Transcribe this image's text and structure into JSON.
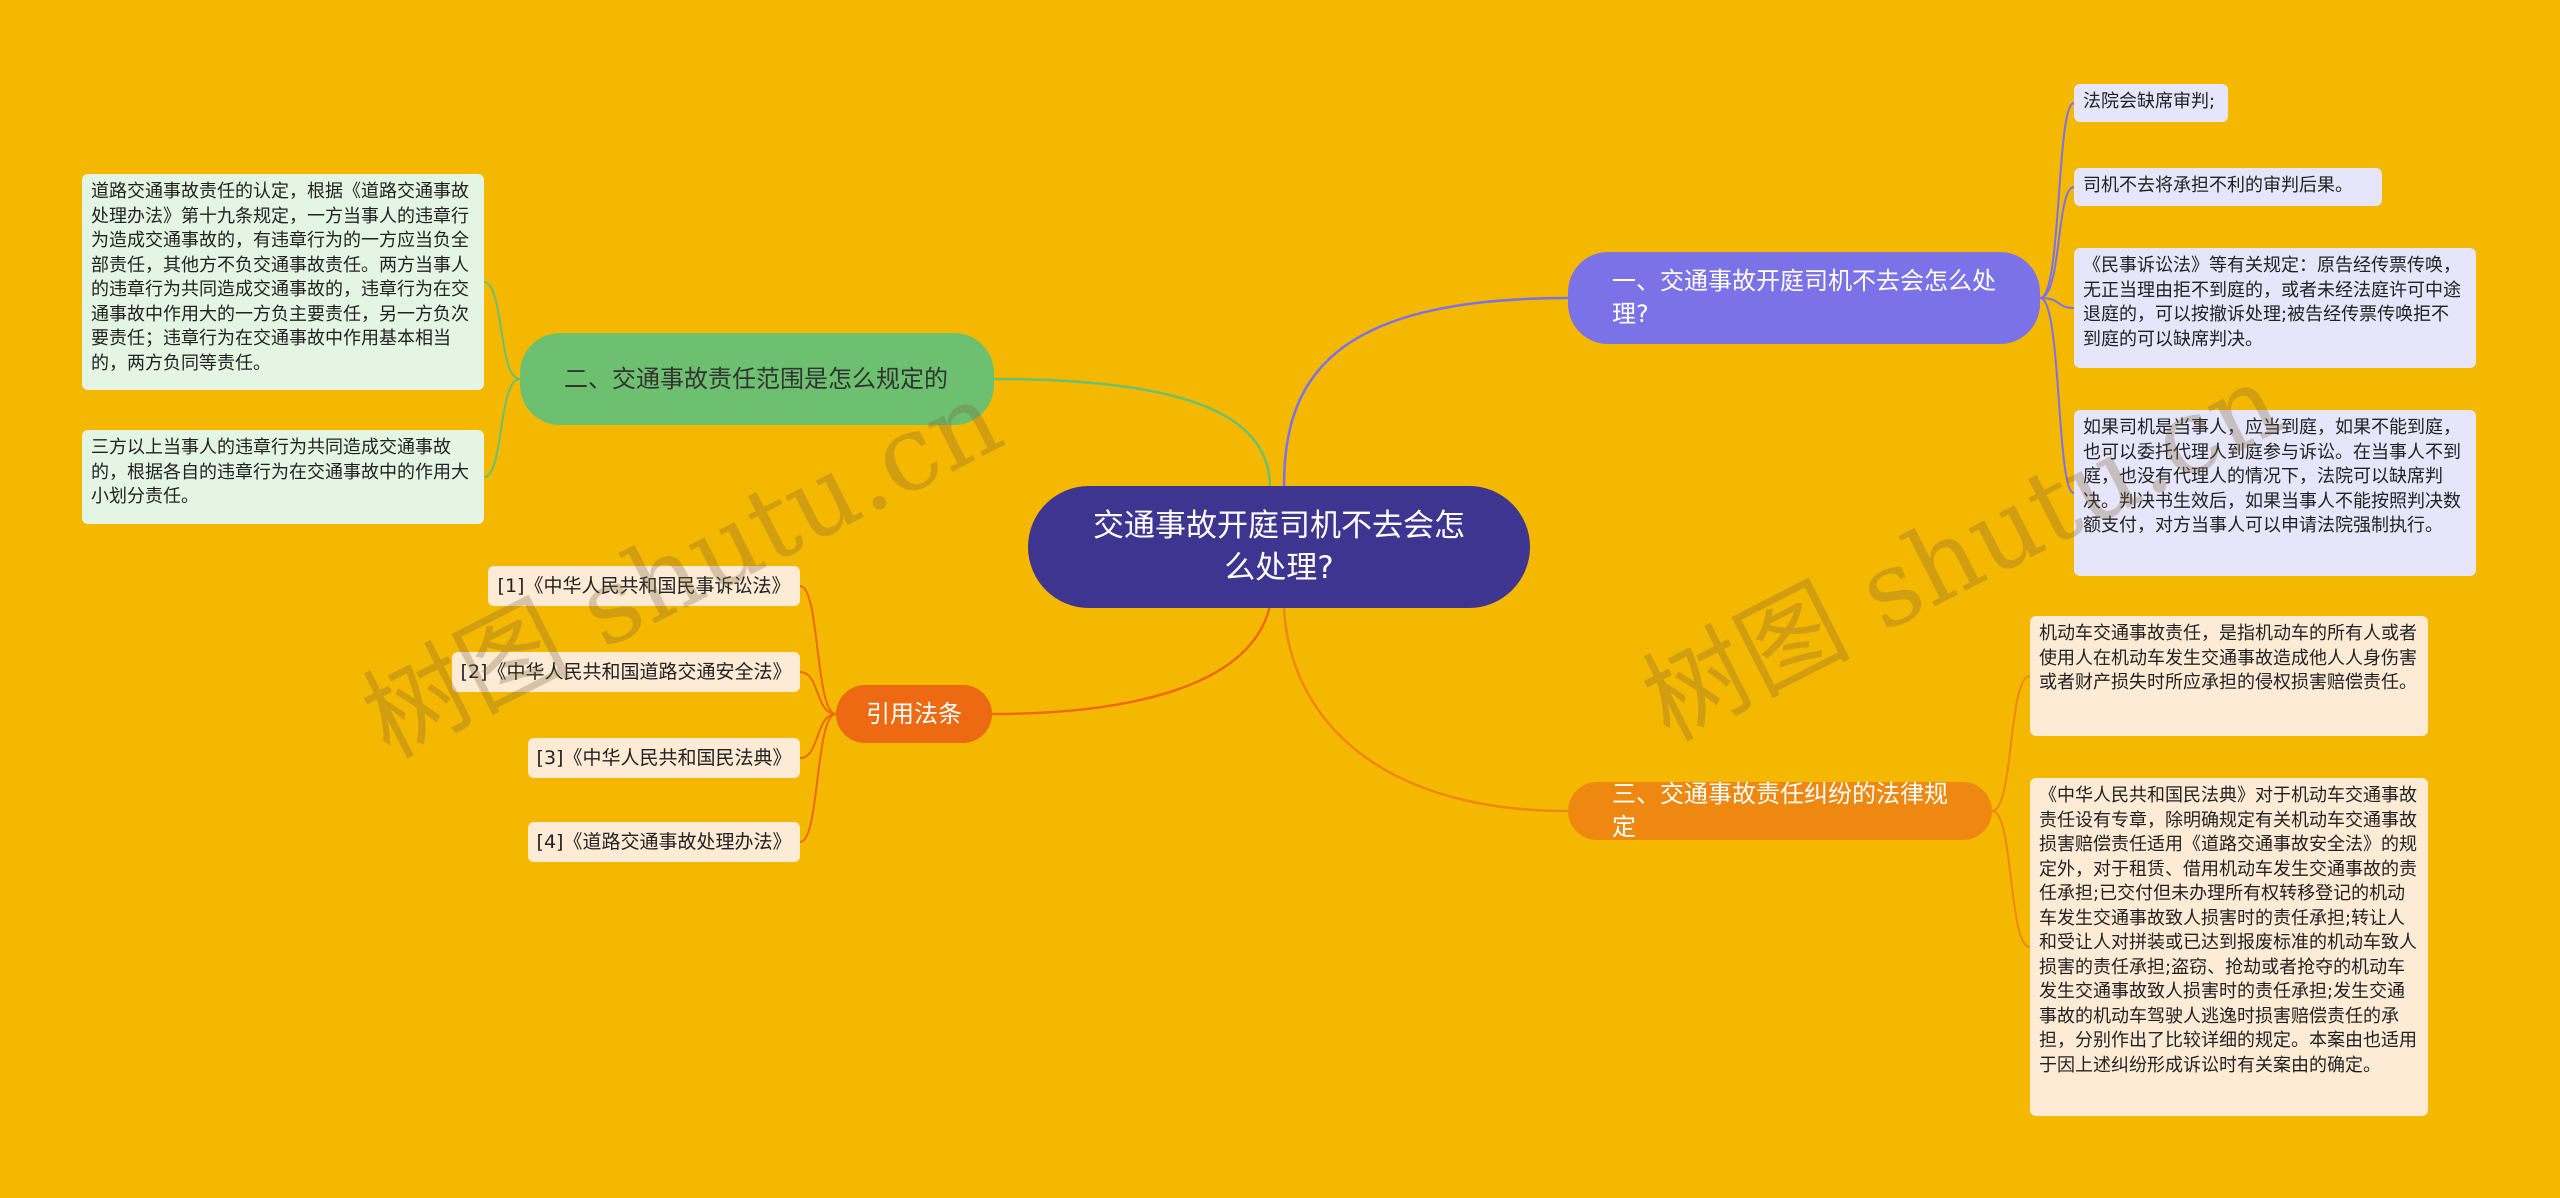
{
  "root": {
    "title": "交通事故开庭司机不去会怎么处理?"
  },
  "branches": {
    "b1": {
      "label": "一、交通事故开庭司机不去会怎么处理?",
      "color": "#7B72E8"
    },
    "b2": {
      "label": "二、交通事故责任范围是怎么规定的",
      "color": "#6CC070"
    },
    "b3": {
      "label": "三、交通事故责任纠纷的法律规定",
      "color": "#EF8810"
    },
    "b4": {
      "label": "引用法条",
      "color": "#EE6A12"
    }
  },
  "leaves": {
    "b1": [
      "法院会缺席审判;",
      "司机不去将承担不利的审判后果。",
      "《民事诉讼法》等有关规定：原告经传票传唤，无正当理由拒不到庭的，或者未经法庭许可中途退庭的，可以按撤诉处理;被告经传票传唤拒不到庭的可以缺席判决。",
      "如果司机是当事人，应当到庭，如果不能到庭，也可以委托代理人到庭参与诉讼。在当事人不到庭，也没有代理人的情况下，法院可以缺席判决。判决书生效后，如果当事人不能按照判决数额支付，对方当事人可以申请法院强制执行。"
    ],
    "b2": [
      "道路交通事故责任的认定，根据《道路交通事故处理办法》第十九条规定，一方当事人的违章行为造成交通事故的，有违章行为的一方应当负全部责任，其他方不负交通事故责任。两方当事人的违章行为共同造成交通事故的，违章行为在交通事故中作用大的一方负主要责任，另一方负次要责任；违章行为在交通事故中作用基本相当的，两方负同等责任。",
      "三方以上当事人的违章行为共同造成交通事故的，根据各自的违章行为在交通事故中的作用大小划分责任。"
    ],
    "b3": [
      "机动车交通事故责任，是指机动车的所有人或者使用人在机动车发生交通事故造成他人人身伤害或者财产损失时所应承担的侵权损害赔偿责任。",
      "《中华人民共和国民法典》对于机动车交通事故责任设有专章，除明确规定有关机动车交通事故损害赔偿责任适用《道路交通事故安全法》的规定外，对于租赁、借用机动车发生交通事故的责任承担;已交付但未办理所有权转移登记的机动车发生交通事故致人损害时的责任承担;转让人和受让人对拼装或已达到报废标准的机动车致人损害的责任承担;盗窃、抢劫或者抢夺的机动车发生交通事故致人损害时的责任承担;发生交通事故的机动车驾驶人逃逸时损害赔偿责任的承担，分别作出了比较详细的规定。本案由也适用于因上述纠纷形成诉讼时有关案由的确定。"
    ],
    "b4": [
      "[1]《中华人民共和国民事诉讼法》",
      "[2]《中华人民共和国道路交通安全法》",
      "[3]《中华人民共和国民法典》",
      "[4]《道路交通事故处理办法》"
    ]
  },
  "watermark": "树图 shutu.cn",
  "colors": {
    "background": "#F5B800",
    "root": "#3D3590"
  }
}
